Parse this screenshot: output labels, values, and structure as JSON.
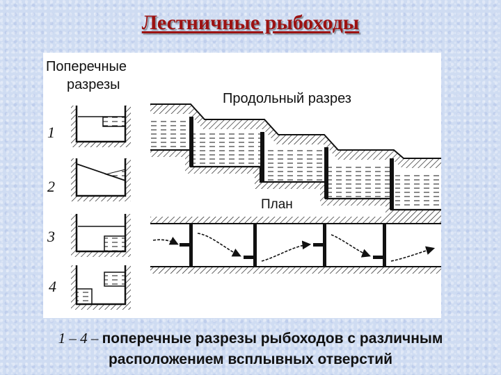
{
  "title": "Лестничные рыбоходы",
  "figure": {
    "cross_sections_label_line1": "Поперечные",
    "cross_sections_label_line2": "разрезы",
    "longitudinal_label": "Продольный разрез",
    "plan_label": "План",
    "section_numbers": [
      "1",
      "2",
      "3",
      "4"
    ]
  },
  "caption": {
    "numbers": "1 – 4",
    "dash": " – ",
    "line1_rest": "поперечные разрезы рыбоходов с различным",
    "line2": "расположением всплывных отверстий"
  }
}
